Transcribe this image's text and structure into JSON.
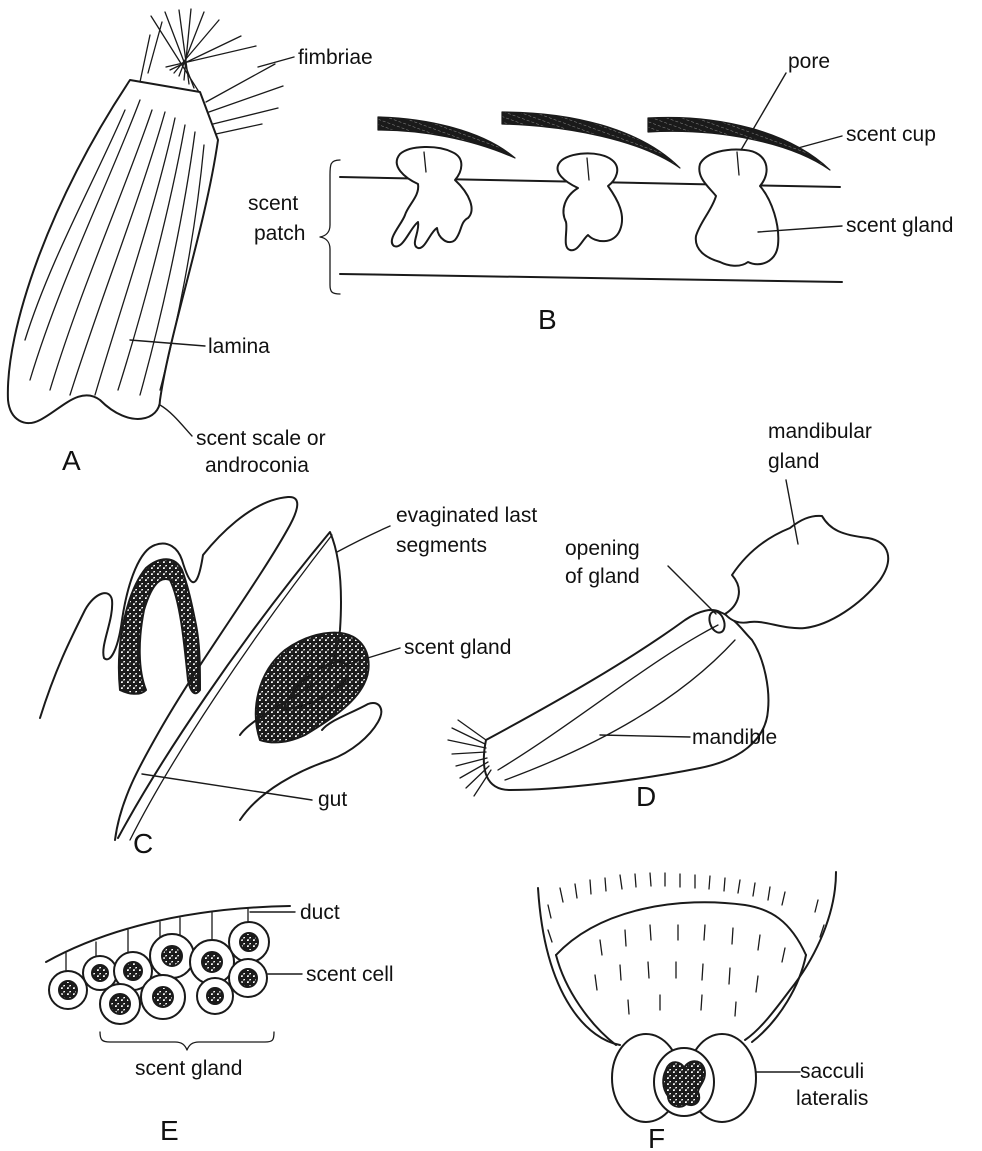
{
  "panels": {
    "A": {
      "letter": "A",
      "labels": {
        "fimbriae": "fimbriae",
        "lamina": "lamina",
        "scale_1": "scent scale or",
        "scale_2": "androconia"
      }
    },
    "B": {
      "letter": "B",
      "labels": {
        "pore": "pore",
        "cup": "scent cup",
        "gland": "scent gland",
        "patch_1": "scent",
        "patch_2": "patch"
      }
    },
    "C": {
      "letter": "C",
      "labels": {
        "evag_1": "evaginated last",
        "evag_2": "segments",
        "gland": "scent gland",
        "gut": "gut"
      }
    },
    "D": {
      "letter": "D",
      "labels": {
        "mg_1": "mandibular",
        "mg_2": "gland",
        "open_1": "opening",
        "open_2": "of gland",
        "mandible": "mandible"
      }
    },
    "E": {
      "letter": "E",
      "labels": {
        "duct": "duct",
        "cell": "scent cell",
        "gland": "scent gland"
      }
    },
    "F": {
      "letter": "F",
      "labels": {
        "sac_1": "sacculi",
        "sac_2": "lateralis"
      }
    }
  }
}
